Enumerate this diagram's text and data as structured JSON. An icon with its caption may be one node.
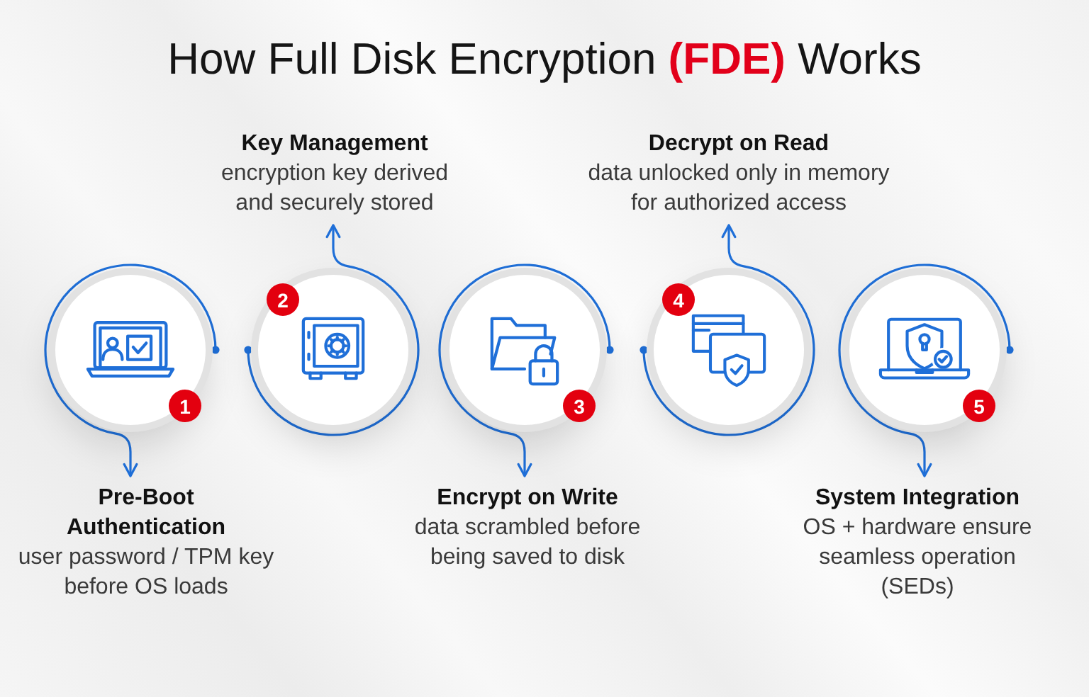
{
  "diagram": {
    "title": "How Full Disk Encryption **(FDE)** Works",
    "nodes": [
      {
        "text": [
          "1"
        ]
      },
      {
        "text": [
          "Pre-Boot Authentication",
          "user password / TPM key before OS loads"
        ]
      },
      {
        "text": [
          "2"
        ]
      },
      {
        "text": [
          "Key Management",
          "encryption key derived and securely stored"
        ]
      },
      {
        "text": [
          "3"
        ]
      },
      {
        "text": [
          "Encrypt on Write",
          "data scrambled before being saved to disk"
        ]
      },
      {
        "text": [
          "4"
        ]
      },
      {
        "text": [
          "Decrypt on Read",
          "data unlocked only in memory for authorized access"
        ]
      },
      {
        "text": [
          "5"
        ]
      },
      {
        "text": [
          "System Integration",
          "OS + hardware ensure seamless operation (SEDs)"
        ]
      }
    ],
    "edges": [
      {
        "from": 0,
        "to": 1,
        "arrow": "to"
      },
      {
        "from": 2,
        "to": 3,
        "arrow": "to"
      },
      {
        "from": 4,
        "to": 5,
        "arrow": "to"
      },
      {
        "from": 6,
        "to": 7,
        "arrow": "to"
      },
      {
        "from": 8,
        "to": 9,
        "arrow": "to"
      }
    ]
  }
}
